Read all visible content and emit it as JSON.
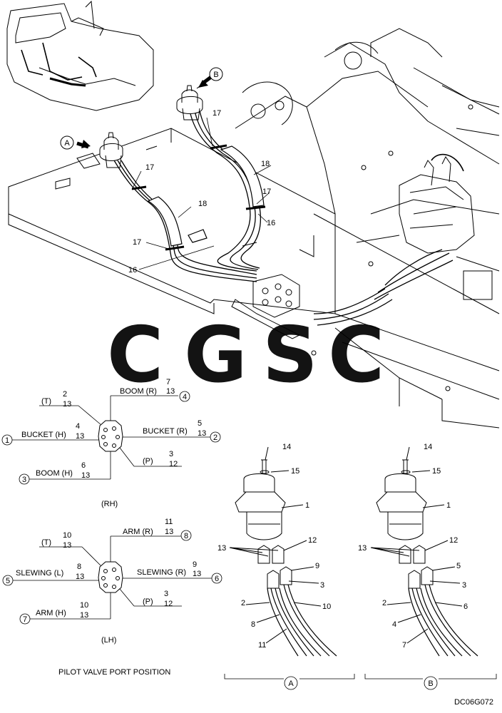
{
  "watermark": {
    "letters": [
      "C",
      "G",
      "S",
      "C"
    ],
    "colors": [
      "#6fa2f5",
      "#f08a7e",
      "#f8d465",
      "#66bf8a"
    ]
  },
  "callouts": {
    "arrow_a": "A",
    "arrow_b": "B",
    "c17a": "17",
    "c17b": "17",
    "c17c": "17",
    "c17d": "17",
    "c18a": "18",
    "c18b": "18",
    "c16a": "16",
    "c16b": "16"
  },
  "rh": {
    "caption": "(RH)",
    "t_label": "(T)",
    "t_hose": "2",
    "t_size": "13",
    "boom_r": "BOOM (R)",
    "boom_r_hose": "7",
    "boom_r_size": "13",
    "boom_r_circle": "4",
    "bucket_h_circle": "1",
    "bucket_h": "BUCKET (H)",
    "bucket_h_hose": "4",
    "bucket_h_size": "13",
    "bucket_r": "BUCKET (R)",
    "bucket_r_hose": "5",
    "bucket_r_size": "13",
    "bucket_r_circle": "2",
    "boom_h_circle": "3",
    "boom_h": "BOOM (H)",
    "boom_h_hose": "6",
    "boom_h_size": "13",
    "p_label": "(P)",
    "p_hose": "3",
    "p_size": "12"
  },
  "lh": {
    "caption": "(LH)",
    "t_label": "(T)",
    "t_hose": "10",
    "t_size": "13",
    "arm_r": "ARM (R)",
    "arm_r_hose": "11",
    "arm_r_size": "13",
    "arm_r_circle": "8",
    "slewing_l_circle": "5",
    "slewing_l": "SLEWING (L)",
    "slewing_l_hose": "8",
    "slewing_l_size": "13",
    "slewing_r": "SLEWING (R)",
    "slewing_r_hose": "9",
    "slewing_r_size": "13",
    "slewing_r_circle": "6",
    "arm_h_circle": "7",
    "arm_h": "ARM (H)",
    "arm_h_hose": "10",
    "arm_h_size": "13",
    "p_label": "(P)",
    "p_hose": "3",
    "p_size": "12"
  },
  "caption_port": "PILOT VALVE PORT POSITION",
  "detail_a": {
    "label": "A",
    "parts": [
      "14",
      "15",
      "1",
      "13",
      "12",
      "9",
      "3",
      "2",
      "10",
      "8",
      "11"
    ]
  },
  "detail_b": {
    "label": "B",
    "parts": [
      "14",
      "15",
      "1",
      "13",
      "12",
      "5",
      "3",
      "2",
      "6",
      "4",
      "7"
    ]
  },
  "drawing_code": "DC06G072"
}
